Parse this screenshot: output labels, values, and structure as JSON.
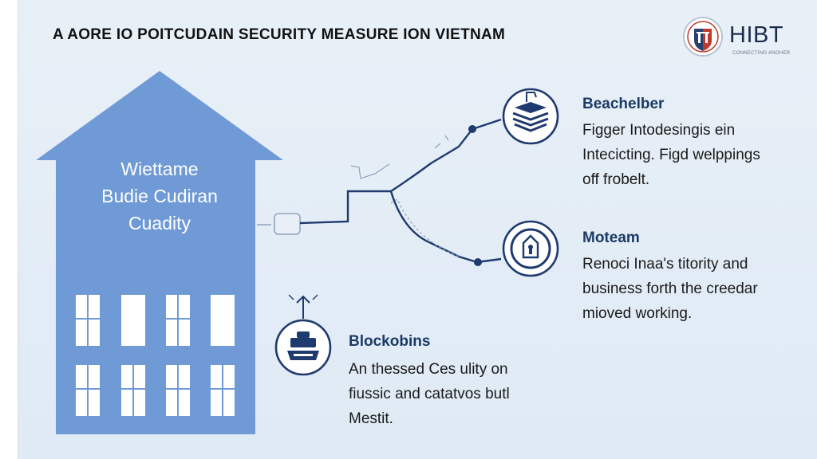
{
  "title": "A AORE IO POITCUDAIN SECURITY MEASURE ION VIETNAM",
  "logo": {
    "name": "HIBT",
    "tagline": "CONNECTING ANOHER",
    "icon": "seal-icon"
  },
  "building": {
    "label_lines": [
      "Wiettame",
      "Budie Cudiran",
      "Cuadity"
    ],
    "color": "#6f9ad6"
  },
  "items": [
    {
      "title": "Beachelber",
      "text_lines": [
        "Figger Intodesingis ein",
        "Intecicting. Figd welppings",
        "off frobelt."
      ],
      "icon": "layers-shield-icon"
    },
    {
      "title": "Moteam",
      "text_lines": [
        "Renoci Inaa's titority and",
        "business forth the creedar",
        "mioved working."
      ],
      "icon": "lock-shield-icon"
    },
    {
      "title": "Blockobins",
      "text_lines": [
        "An thessed Ces ulity on",
        "fiussic and catatvos butl",
        "Mestit."
      ],
      "icon": "server-device-icon"
    }
  ],
  "colors": {
    "navy": "#1c3a66",
    "line": "#1e3a6e",
    "building": "#6f9ad6",
    "background": "#e4edf6"
  }
}
